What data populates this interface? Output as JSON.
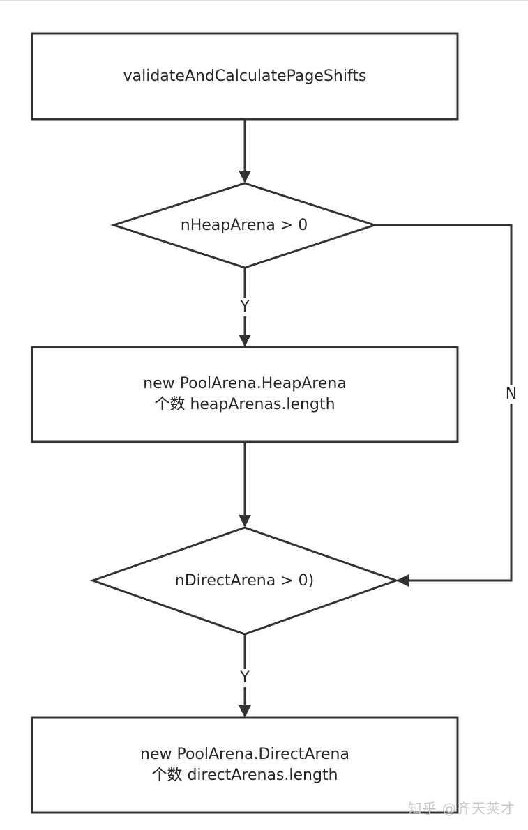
{
  "nodes": {
    "start": {
      "label": "validateAndCalculatePageShifts"
    },
    "heap_check": {
      "label": "nHeapArena > 0"
    },
    "heap_create": {
      "line1": "new PoolArena.HeapArena",
      "line2": "个数 heapArenas.length"
    },
    "direct_check": {
      "label": "nDirectArena > 0)"
    },
    "direct_create": {
      "line1": "new PoolArena.DirectArena",
      "line2": "个数 directArenas.length"
    }
  },
  "edges": {
    "heap_yes": "Y",
    "heap_no": "N",
    "direct_yes": "Y"
  },
  "watermark": "知乎 @齐天荚才",
  "colors": {
    "stroke": "#333333",
    "text": "#262626"
  }
}
